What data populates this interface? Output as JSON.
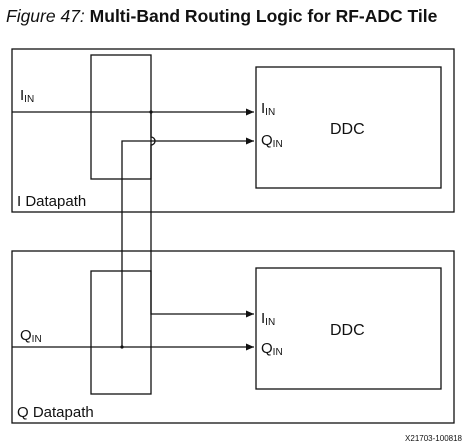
{
  "figure": {
    "label": "Figure 47:",
    "title": "Multi-Band Routing Logic for RF-ADC Tile"
  },
  "i_path": {
    "name": "I Datapath",
    "input": {
      "main": "I",
      "sub": "IN"
    },
    "ddc": {
      "label": "DDC",
      "port_i": {
        "main": "I",
        "sub": "IN"
      },
      "port_q": {
        "main": "Q",
        "sub": "IN"
      }
    }
  },
  "q_path": {
    "name": "Q Datapath",
    "input": {
      "main": "Q",
      "sub": "IN"
    },
    "ddc": {
      "label": "DDC",
      "port_i": {
        "main": "I",
        "sub": "IN"
      },
      "port_q": {
        "main": "Q",
        "sub": "IN"
      }
    }
  },
  "doc_code": "X21703-100818",
  "colors": {
    "line": "#111111",
    "background": "#ffffff"
  }
}
